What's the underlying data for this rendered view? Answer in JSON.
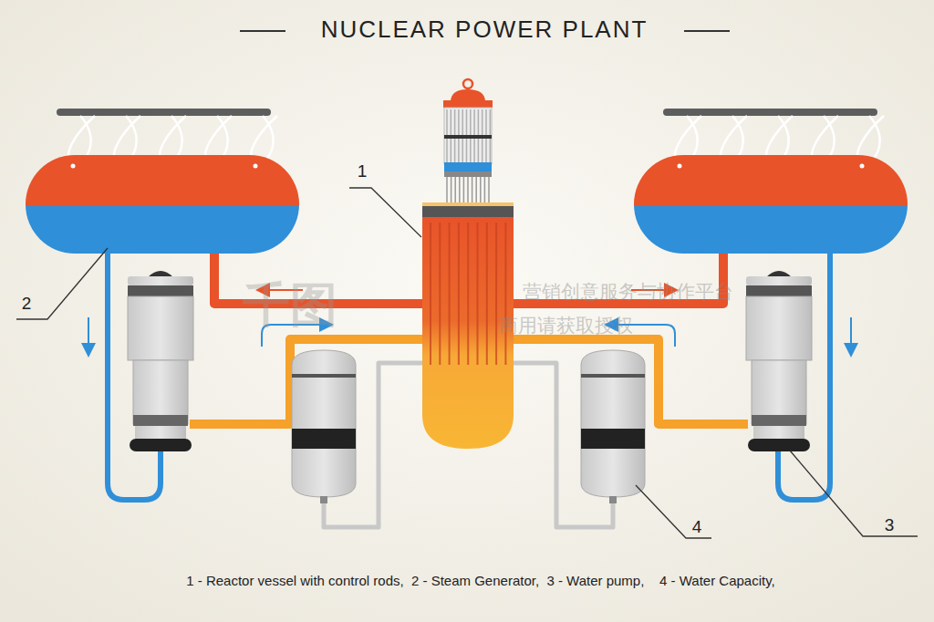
{
  "diagram": {
    "title": "NUCLEAR POWER PLANT",
    "caption": "1 - Reactor vessel with control rods,  2 - Steam Generator,  3 - Water pump,    4 - Water Capacity,",
    "labels": [
      "1",
      "2",
      "3",
      "4",
      "千图",
      "营销创意服务与协作平台",
      "商用请获取授权"
    ]
  }
}
